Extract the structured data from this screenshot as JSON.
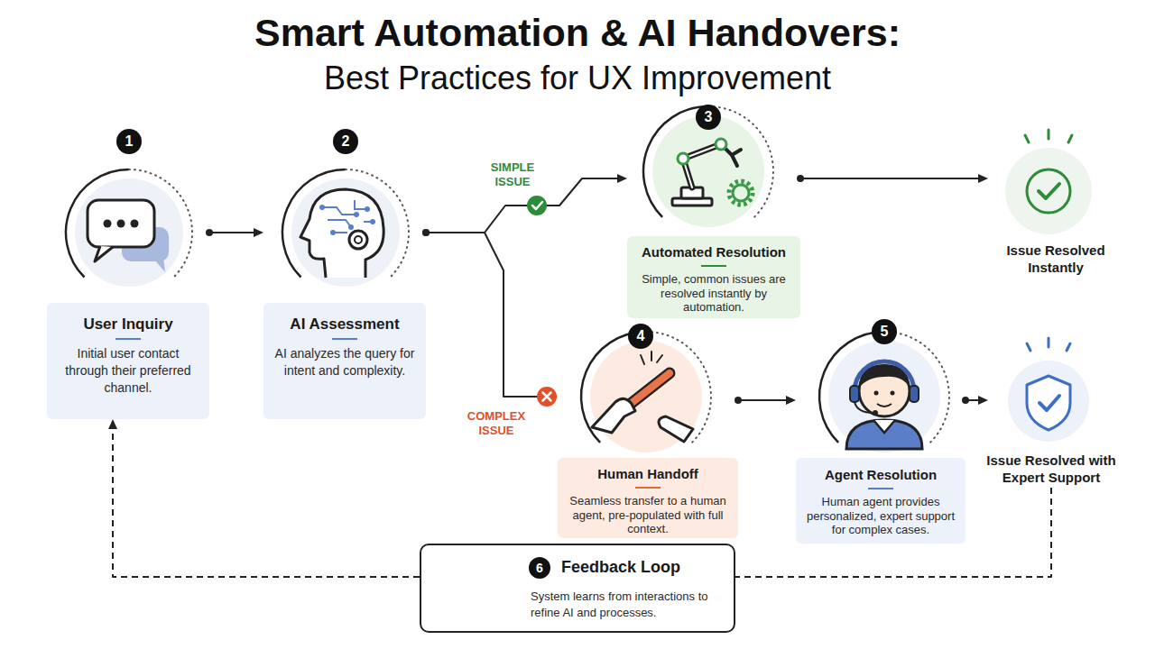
{
  "diagram": {
    "title": "Smart Automation & AI Handovers:",
    "nodes": [
      {
        "text": [
          "User Inquiry",
          "Initial user contact through their preferred channel."
        ]
      },
      {
        "text": [
          "AI Assessment",
          "AI analyzes the query for intent and complexity."
        ]
      },
      {
        "text": [
          "Automated Resolution",
          "Simple, common issues are resolved instantly by automation."
        ]
      },
      {
        "text": [
          "Issue Resolved Instantly"
        ]
      },
      {
        "text": [
          "Human Handoff",
          "Seamless transfer to a human agent, pre-populated with full context."
        ]
      },
      {
        "text": [
          "Agent Resolution",
          "Human agent provides personalized, expert support for complex cases."
        ]
      },
      {
        "text": [
          "Issue Resolved with Expert Support"
        ]
      },
      {
        "text": [
          "Feedback Loop",
          "System learns from interactions to refine AI and processes."
        ]
      }
    ],
    "edges": [
      {
        "from": 0,
        "to": 1,
        "arrow": "to"
      },
      {
        "from": 1,
        "to": 2,
        "label": "SIMPLE ISSUE",
        "arrow": "to"
      },
      {
        "from": 1,
        "to": 4,
        "label": "COMPLEX ISSUE",
        "arrow": "to"
      },
      {
        "from": 2,
        "to": 3,
        "arrow": "to"
      },
      {
        "from": 4,
        "to": 5,
        "arrow": "to"
      },
      {
        "from": 5,
        "to": 6,
        "arrow": "to"
      },
      {
        "from": 6,
        "to": 7,
        "arrow": "none"
      },
      {
        "from": 7,
        "to": 0,
        "arrow": "to"
      }
    ],
    "labels": [
      "Best Practices for UX Improvement",
      "1",
      "2",
      "3",
      "4",
      "5",
      "6"
    ]
  }
}
